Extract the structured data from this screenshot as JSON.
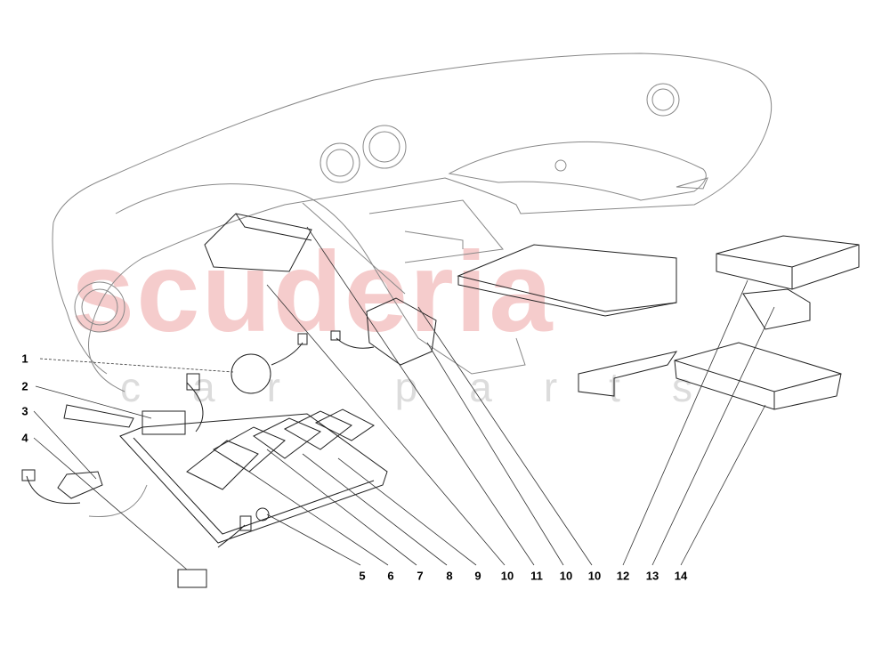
{
  "watermark": {
    "main": "scuderia",
    "sub": "car parts",
    "main_color": "#f4c4c4",
    "sub_color": "#dcdcdc"
  },
  "callouts": {
    "left": [
      "1",
      "2",
      "3",
      "4"
    ],
    "bottom": [
      "5",
      "6",
      "7",
      "8",
      "9",
      "10",
      "11",
      "10",
      "10",
      "12",
      "13",
      "14"
    ]
  }
}
